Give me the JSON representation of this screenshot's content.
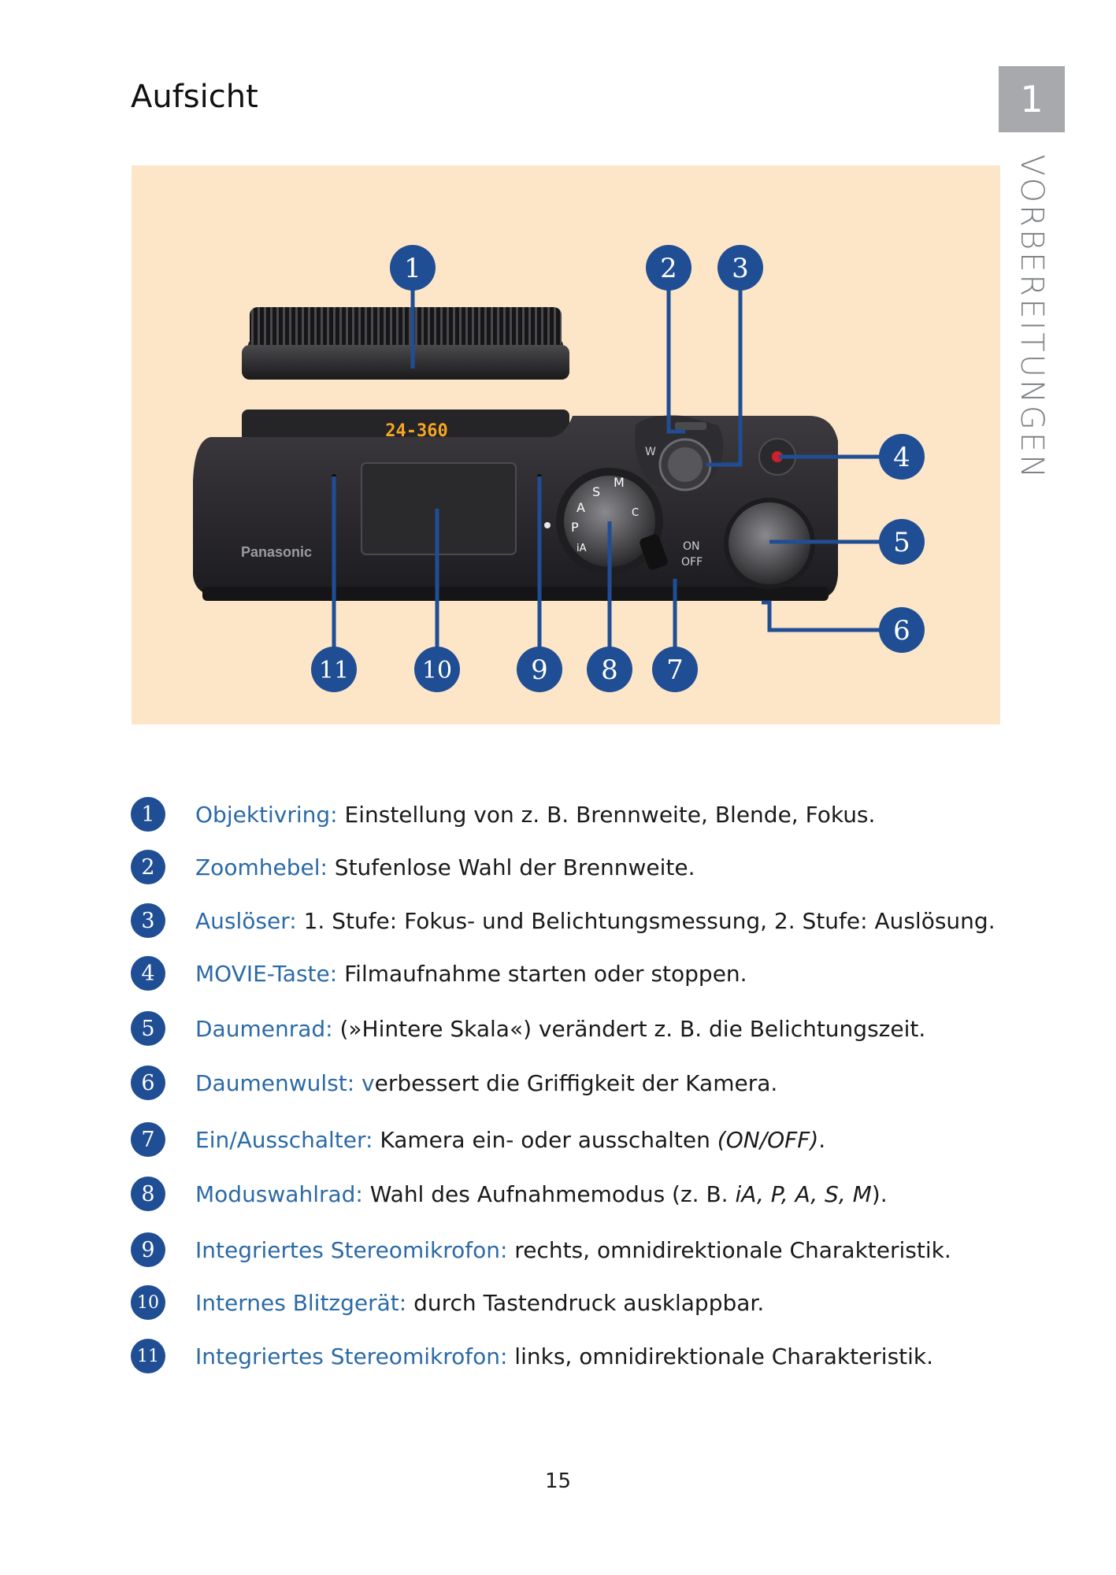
{
  "page": {
    "title": "Aufsicht",
    "chapter_number": "1",
    "chapter_label": "VORBEREITUNGEN",
    "page_number": "15"
  },
  "figure": {
    "lens_marking": "24-360",
    "brand": "Panasonic",
    "zoom_w": "W",
    "switch_on": "ON",
    "switch_off": "OFF",
    "callouts": [
      "1",
      "2",
      "3",
      "4",
      "5",
      "6",
      "7",
      "8",
      "9",
      "10",
      "11"
    ]
  },
  "legend": [
    {
      "num": "1",
      "term": "Objektivring:",
      "text": " Einstellung von z. B. Brennweite, Blende, Fokus.",
      "note": "",
      "tail": ""
    },
    {
      "num": "2",
      "term": "Zoomhebel:",
      "text": " Stufenlose Wahl der Brennweite.",
      "note": "",
      "tail": ""
    },
    {
      "num": "3",
      "term": "Auslöser:",
      "text": " 1. Stufe: Fokus- und Belichtungsmessung, 2. Stufe: Auslösung.",
      "note": "",
      "tail": ""
    },
    {
      "num": "4",
      "term": "MOVIE-Taste:",
      "text": " Filmaufnahme starten oder stoppen.",
      "note": "",
      "tail": ""
    },
    {
      "num": "5",
      "term": "Daumenrad:",
      "text": " (»Hintere Skala«) verändert z. B. die Belichtungszeit.",
      "note": "",
      "tail": ""
    },
    {
      "num": "6",
      "term": "Daumenwulst: v",
      "text": "erbessert die Griffigkeit der Kamera.",
      "note": "",
      "tail": ""
    },
    {
      "num": "7",
      "term": "Ein/Ausschalter:",
      "text": " Kamera ein- oder ausschalten ",
      "note": "(ON/OFF)",
      "tail": "."
    },
    {
      "num": "8",
      "term": "Moduswahlrad:",
      "text": " Wahl des Aufnahmemodus (z. B. ",
      "note": "iA, P, A, S, M",
      "tail": ")."
    },
    {
      "num": "9",
      "term": "Integriertes Stereomikrofon:",
      "text": " rechts, omnidirektionale Charakteristik.",
      "note": "",
      "tail": ""
    },
    {
      "num": "10",
      "term": "Internes Blitzgerät:",
      "text": " durch Tastendruck ausklappbar.",
      "note": "",
      "tail": ""
    },
    {
      "num": "11",
      "term": "Integriertes Stereomikrofon:",
      "text": " links, omnidirektionale Charakteristik.",
      "note": "",
      "tail": ""
    }
  ],
  "colors": {
    "callout_blue": "#1f4e94",
    "term_blue": "#2b6aa6",
    "figure_bg": "#fde6c8",
    "chapter_grey": "#a7a9ac"
  }
}
